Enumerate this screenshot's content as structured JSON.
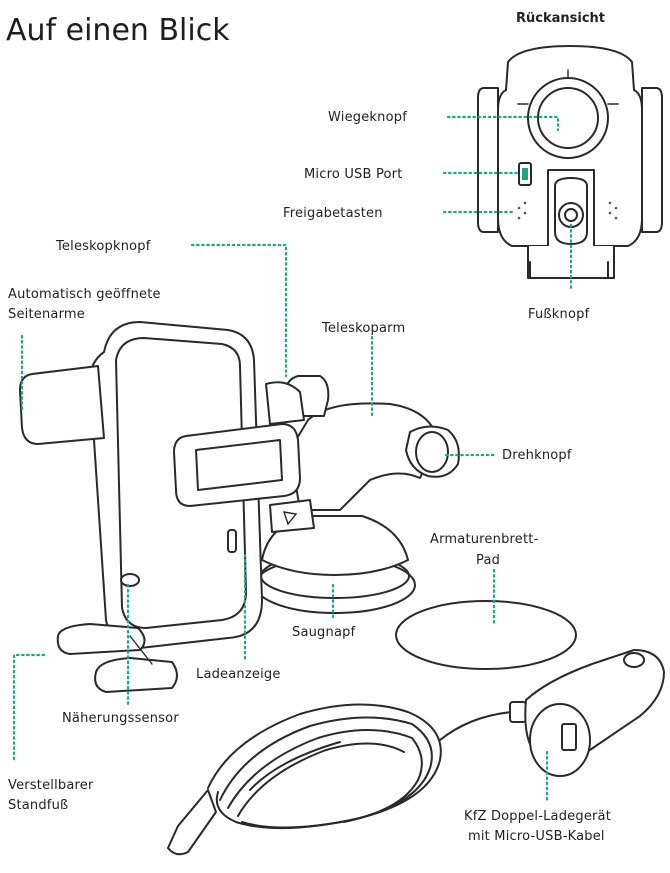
{
  "title": "Auf einen Blick",
  "rear_view_title": "Rückansicht",
  "accent_color": "#1fa58a",
  "labels": {
    "wiegeknopf": "Wiegeknopf",
    "micro_usb": "Micro USB Port",
    "freigabe": "Freigabetasten",
    "fussknopf": "Fußknopf",
    "teleskopknopf": "Teleskopknopf",
    "seitenarme_1": "Automatisch geöffnete",
    "seitenarme_2": "Seitenarme",
    "teleskoparm": "Teleskoparm",
    "drehknopf": "Drehknopf",
    "pad_1": "Armaturenbrett-",
    "pad_2": "Pad",
    "saugnapf": "Saugnapf",
    "ladeanzeige": "Ladeanzeige",
    "naeherung": "Näherungssensor",
    "standfuss_1": "Verstellbarer",
    "standfuss_2": "Standfuß",
    "ladegeraet_1": "KfZ Doppel-Ladegerät",
    "ladegeraet_2": "mit Micro-USB-Kabel"
  }
}
